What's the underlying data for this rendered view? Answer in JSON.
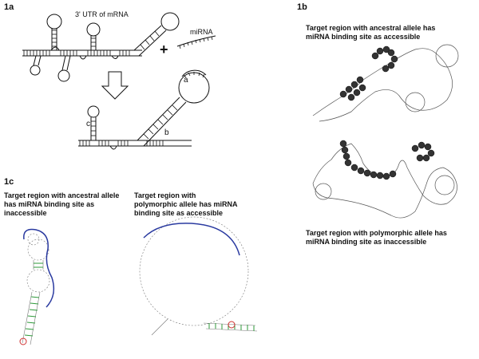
{
  "panels": {
    "a": {
      "label": "1a",
      "utr_label": "3' UTR of mRNA",
      "mirna_label": "miRNA",
      "plus": "+",
      "site_labels": [
        "a",
        "b",
        "c"
      ]
    },
    "b": {
      "label": "1b",
      "caption_top": "Target region with ancestral allele has miRNA binding site as accessible",
      "caption_bottom": "Target region with polymorphic allele has miRNA binding site as inaccessible"
    },
    "c": {
      "label": "1c",
      "caption_left": "Target region with ancestral allele has miRNA binding site as inaccessible",
      "caption_right": "Target region with polymorphic allele has miRNA binding site as accessible"
    }
  },
  "colors": {
    "ink": "#111111",
    "accessible_arc": "#2a3aa0",
    "pair_bond": "#2e9a3a",
    "snp_circle": "#d03030",
    "highlight_base": "#333333"
  }
}
